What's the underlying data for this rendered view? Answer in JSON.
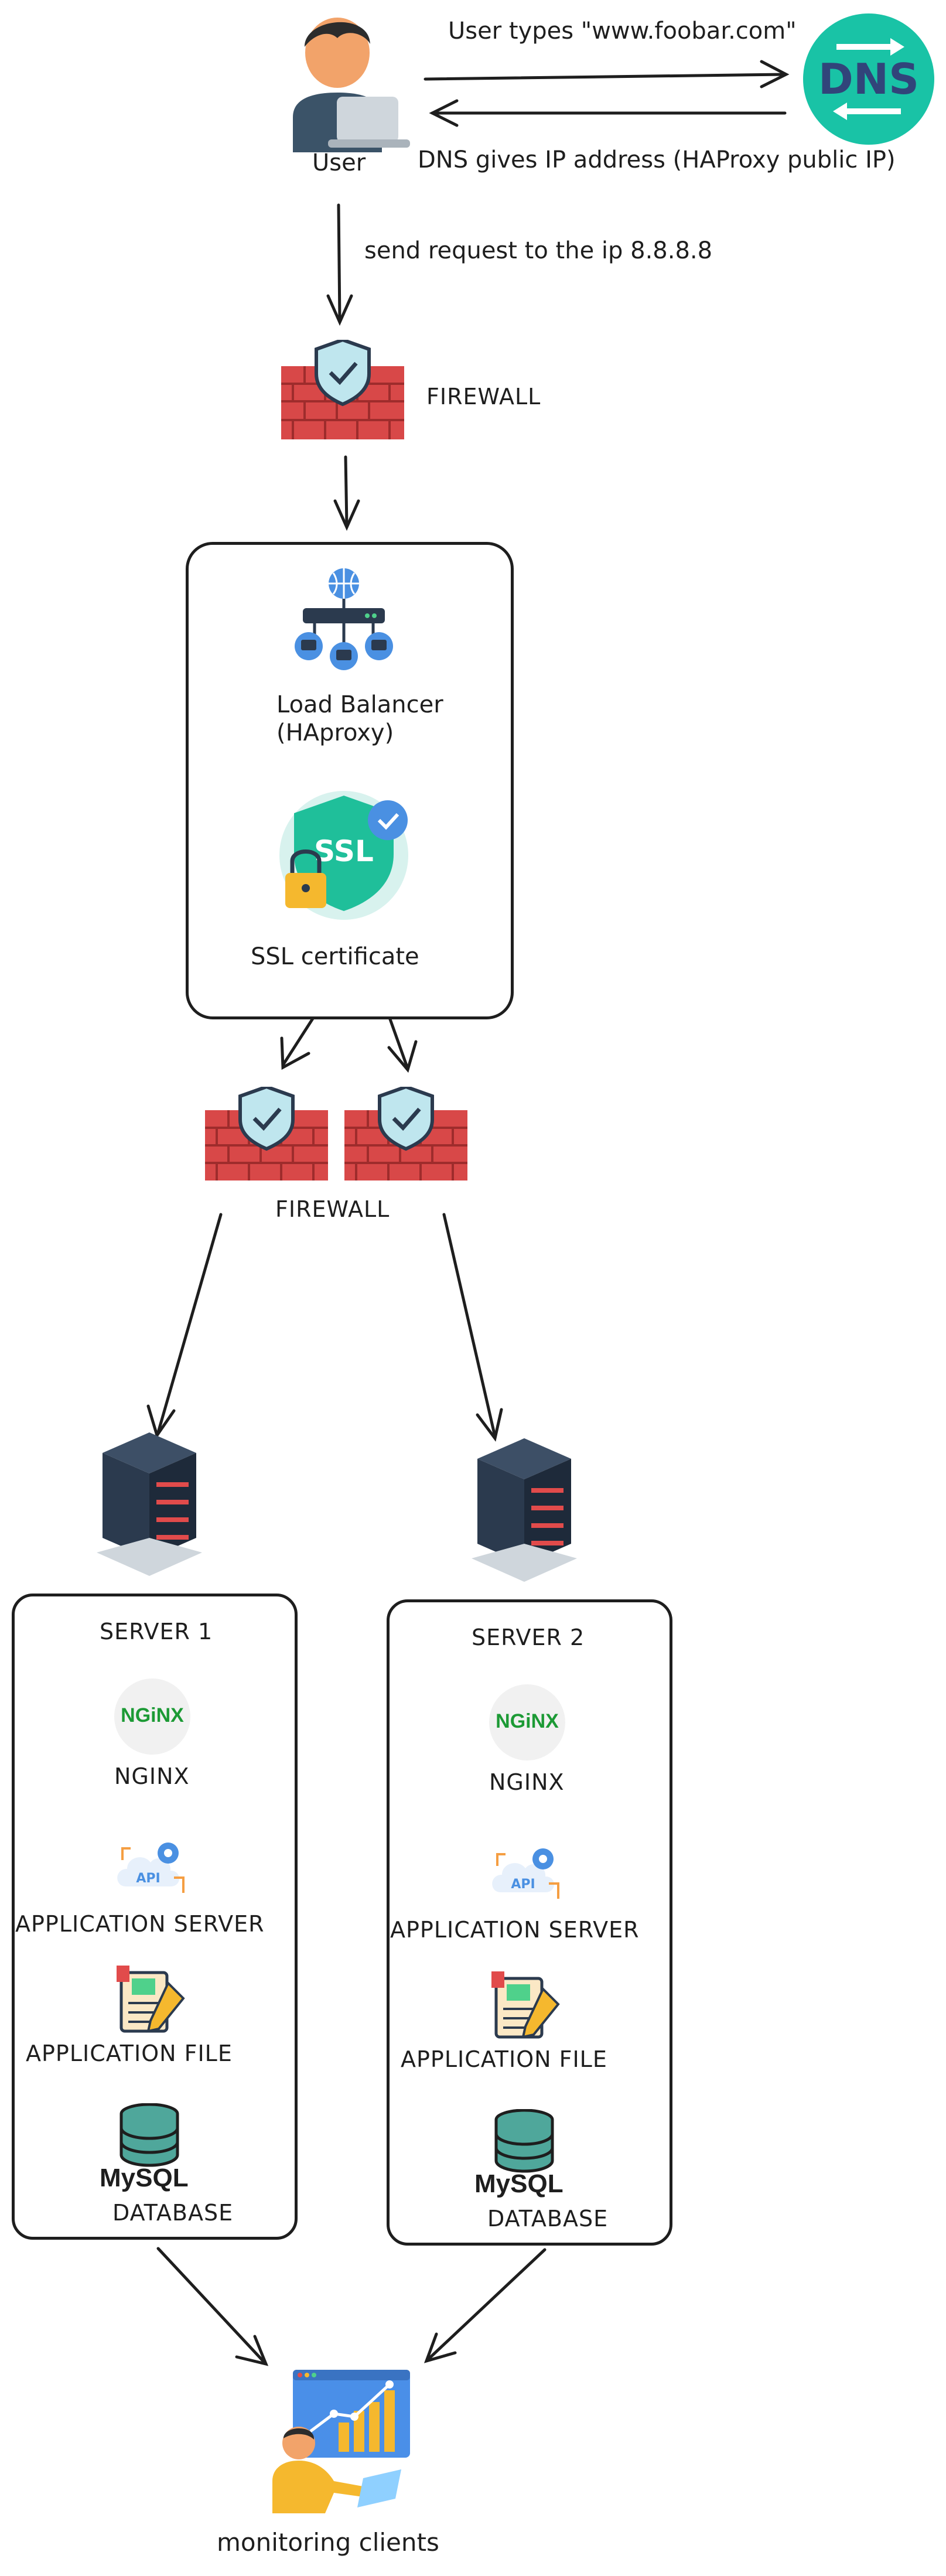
{
  "user": {
    "label": "User"
  },
  "dns": {
    "label": "DNS",
    "request_text": "User types \"www.foobar.com\"",
    "response_text": "DNS gives IP address (HAProxy public IP)"
  },
  "request": {
    "label": "send request to the ip 8.8.8.8"
  },
  "firewall_top": {
    "label": "FIREWALL"
  },
  "load_balancer": {
    "line1": "Load Balancer",
    "line2": "(HAproxy)"
  },
  "ssl": {
    "badge": "SSL",
    "label": "SSL certificate"
  },
  "firewall_pair": {
    "label": "FIREWALL"
  },
  "server1": {
    "title": "SERVER 1",
    "nginx_logo": "NGiNX",
    "nginx": "NGINX",
    "api_text": "API",
    "app_server": "APPLICATION SERVER",
    "app_file": "APPLICATION FILE",
    "mysql": "MySQL",
    "database": "DATABASE"
  },
  "server2": {
    "title": "SERVER 2",
    "nginx_logo": "NGiNX",
    "nginx": "NGINX",
    "api_text": "API",
    "app_server": "APPLICATION SERVER",
    "app_file": "APPLICATION FILE",
    "mysql": "MySQL",
    "database": "DATABASE"
  },
  "monitoring": {
    "label": "monitoring clients"
  },
  "colors": {
    "stroke": "#1e1e1e",
    "brick": "#d84848",
    "shield": "#bfe6ee",
    "dns": "#19c3a6",
    "nginx": "#1c9a35",
    "db": "#4fa79b",
    "server": "#2b3a4e"
  }
}
